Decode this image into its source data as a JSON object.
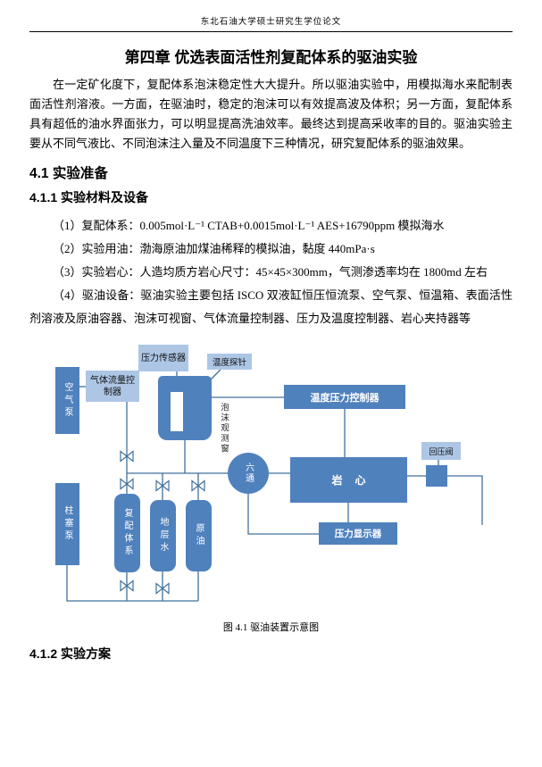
{
  "doc": {
    "header": "东北石油大学硕士研究生学位论文",
    "chapter_title": "第四章 优选表面活性剂复配体系的驱油实验",
    "intro": "在一定矿化度下，复配体系泡沫稳定性大大提升。所以驱油实验中，用模拟海水来配制表面活性剂溶液。一方面，在驱油时，稳定的泡沫可以有效提高波及体积；另一方面，复配体系具有超低的油水界面张力，可以明显提高洗油效率。最终达到提高采收率的目的。驱油实验主要从不同气液比、不同泡沫注入量及不同温度下三种情况，研究复配体系的驱油效果。",
    "section_41": "4.1 实验准备",
    "section_411": "4.1.1 实验材料及设备",
    "items": [
      "（1）复配体系：0.005mol·L⁻¹ CTAB+0.0015mol·L⁻¹ AES+16790ppm 模拟海水",
      "（2）实验用油：渤海原油加煤油稀释的模拟油，黏度 440mPa·s",
      "（3）实验岩心：人造均质方岩心尺寸：45×45×300mm，气测渗透率均在 1800md 左右",
      "（4）驱油设备：驱油实验主要包括 ISCO 双液缸恒压恒流泵、空气泵、恒温箱、表面活性剂溶液及原油容器、泡沫可视窗、气体流量控制器、压力及温度控制器、岩心夹持器等"
    ],
    "figure_caption": "图 4.1 驱油装置示意图",
    "section_412": "4.1.2 实验方案"
  },
  "diagram": {
    "labels": {
      "air_pump": "空气泵",
      "gas_flow_controller": "气体流量控制器",
      "pressure_sensor": "压力传感器",
      "temperature_probe": "温度探针",
      "temp_pressure_controller": "温度压力控制器",
      "foam_window": "泡沫观测窗",
      "six_way": "六通",
      "core": "岩心",
      "back_pressure_valve": "回压阀",
      "pressure_display": "压力显示器",
      "plunger_pump": "柱塞泵",
      "compound_system": "复配体系",
      "formation_water": "地层水",
      "crude_oil": "原油"
    },
    "colors": {
      "box_fill": "#4f81bd",
      "box_light": "#adc6e5",
      "line": "#41719c"
    }
  }
}
